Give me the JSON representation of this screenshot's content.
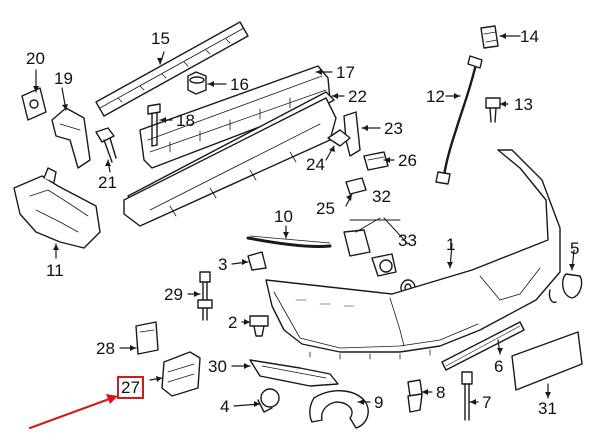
{
  "diagram": {
    "callouts": [
      {
        "id": "c15",
        "label": "15"
      },
      {
        "id": "c14",
        "label": "14"
      },
      {
        "id": "c20",
        "label": "20"
      },
      {
        "id": "c19",
        "label": "19"
      },
      {
        "id": "c16",
        "label": "16"
      },
      {
        "id": "c17",
        "label": "17"
      },
      {
        "id": "c12",
        "label": "12"
      },
      {
        "id": "c13",
        "label": "13"
      },
      {
        "id": "c22",
        "label": "22"
      },
      {
        "id": "c18",
        "label": "18"
      },
      {
        "id": "c23",
        "label": "23"
      },
      {
        "id": "c24",
        "label": "24"
      },
      {
        "id": "c26",
        "label": "26"
      },
      {
        "id": "c21",
        "label": "21"
      },
      {
        "id": "c32",
        "label": "32"
      },
      {
        "id": "c25",
        "label": "25"
      },
      {
        "id": "c10",
        "label": "10"
      },
      {
        "id": "c33",
        "label": "33"
      },
      {
        "id": "c1",
        "label": "1"
      },
      {
        "id": "c5",
        "label": "5"
      },
      {
        "id": "c3",
        "label": "3"
      },
      {
        "id": "c11",
        "label": "11"
      },
      {
        "id": "c29",
        "label": "29"
      },
      {
        "id": "c2",
        "label": "2"
      },
      {
        "id": "c28",
        "label": "28"
      },
      {
        "id": "c6",
        "label": "6"
      },
      {
        "id": "c30",
        "label": "30"
      },
      {
        "id": "c27",
        "label": "27"
      },
      {
        "id": "c8",
        "label": "8"
      },
      {
        "id": "c7",
        "label": "7"
      },
      {
        "id": "c4",
        "label": "4"
      },
      {
        "id": "c9",
        "label": "9"
      },
      {
        "id": "c31",
        "label": "31"
      }
    ],
    "highlight_callout": "27",
    "highlight_color": "#d21a1a",
    "line_color": "#1a1a1a",
    "part_fill": "#ffffff"
  }
}
